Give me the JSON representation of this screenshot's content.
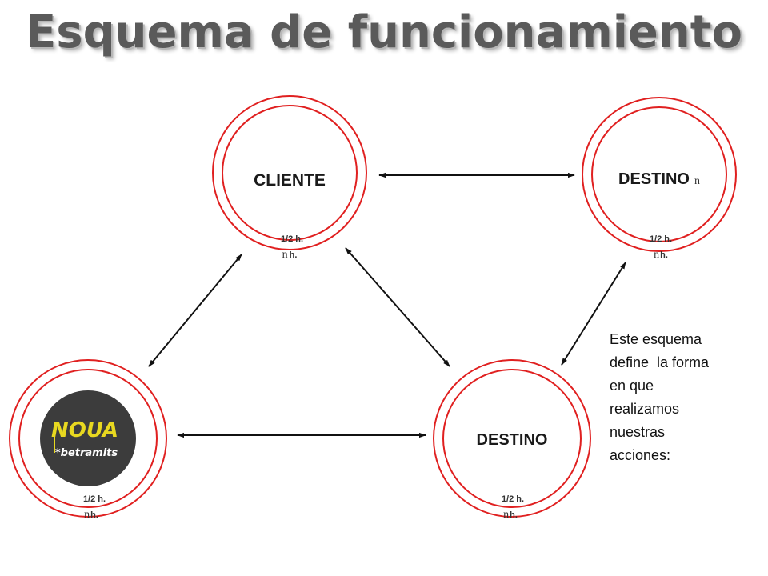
{
  "title": "Esquema de funcionamiento",
  "colors": {
    "ring": "#e02020",
    "arrow": "#111111",
    "title": "#5a5a5a",
    "logo_bg": "#3c3c3c",
    "logo_accent": "#e8d820"
  },
  "nodes": {
    "cliente": {
      "label": "CLIENTE",
      "time_top": "1/2 h.",
      "time_bottom_n": "n",
      "time_bottom_h": "h."
    },
    "destino_n": {
      "label": "DESTINO",
      "suffix": "n",
      "time_top": "1/2 h.",
      "time_bottom_n": "n",
      "time_bottom_h": "h."
    },
    "destino": {
      "label": "DESTINO",
      "time_top": "1/2 h.",
      "time_bottom_n": "n",
      "time_bottom_h": "h."
    },
    "nova": {
      "logo_main": "NOUA",
      "logo_sub": "*betramits",
      "time_top": "1/2 h.",
      "time_bottom_n": "n",
      "time_bottom_h": "h."
    }
  },
  "description_lines": [
    "Este esquema",
    "define  la forma",
    "en que",
    "realizamos",
    "nuestras",
    "acciones:"
  ],
  "icons": [
    "double-arrow-icon",
    "nova-betramits-logo"
  ]
}
